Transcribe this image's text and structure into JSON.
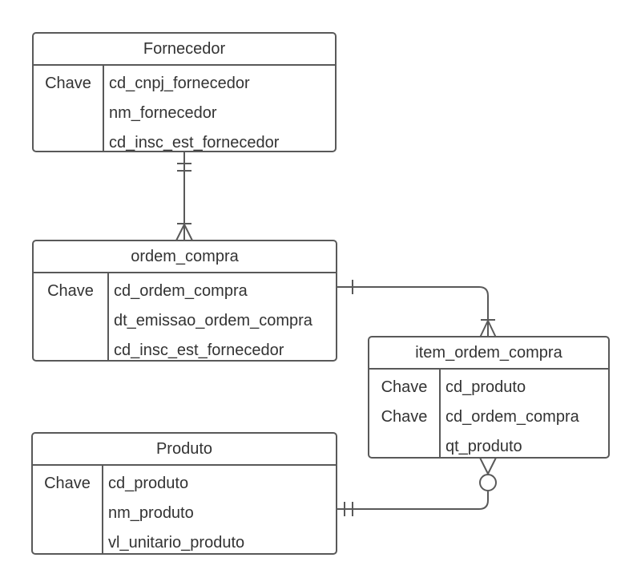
{
  "diagram": {
    "colors": {
      "line": "#595959",
      "text": "#333333",
      "background": "#ffffff"
    },
    "entities": {
      "fornecedor": {
        "title": "Fornecedor",
        "keys": [
          "Chave",
          "",
          ""
        ],
        "attributes": [
          "cd_cnpj_fornecedor",
          "nm_fornecedor",
          "cd_insc_est_fornecedor"
        ]
      },
      "ordem_compra": {
        "title": "ordem_compra",
        "keys": [
          "Chave",
          "",
          ""
        ],
        "attributes": [
          "cd_ordem_compra",
          "dt_emissao_ordem_compra",
          "cd_insc_est_fornecedor"
        ]
      },
      "item_ordem_compra": {
        "title": "item_ordem_compra",
        "keys": [
          "Chave",
          "Chave",
          ""
        ],
        "attributes": [
          "cd_produto",
          "cd_ordem_compra",
          "qt_produto"
        ]
      },
      "produto": {
        "title": "Produto",
        "keys": [
          "Chave",
          "",
          ""
        ],
        "attributes": [
          "cd_produto",
          "nm_produto",
          "vl_unitario_produto"
        ]
      }
    },
    "relationships": [
      {
        "from": "Fornecedor",
        "to": "ordem_compra",
        "from_cardinality": "one-and-only-one",
        "to_cardinality": "one-or-many"
      },
      {
        "from": "ordem_compra",
        "to": "item_ordem_compra",
        "from_cardinality": "one",
        "to_cardinality": "one-or-many"
      },
      {
        "from": "Produto",
        "to": "item_ordem_compra",
        "from_cardinality": "one-and-only-one",
        "to_cardinality": "zero-or-many"
      }
    ]
  }
}
